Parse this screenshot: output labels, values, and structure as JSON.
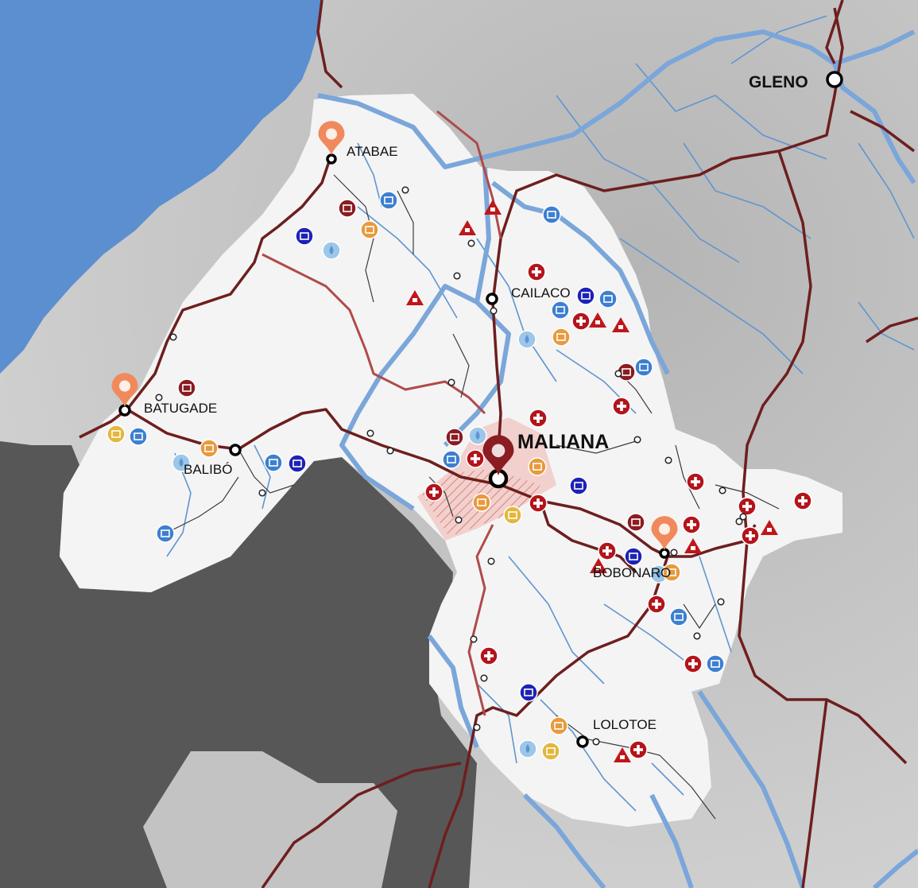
{
  "map": {
    "colors": {
      "sea": "#5b8fcf",
      "neighbor_territory": "#575757",
      "out_of_area": "#c9c9c9",
      "study_area": "#f4f4f4",
      "river": "#5f95d0",
      "river_major": "#7aa6da",
      "main_road": "#6e1e1e",
      "secondary_road": "#b04a4a",
      "local_road": "#3a3a3a",
      "health": "#b3141b",
      "school_blue": "#3d7fd0",
      "education_navy": "#1d22b6",
      "water": "#9cc7e8",
      "market_orange": "#e89a3c",
      "yellow_facility": "#e4b73c",
      "marker_orange": "#f08a5d",
      "marker_maroon": "#8a1c22",
      "hazard_triangle": "#c0161b"
    },
    "places": {
      "gleno": "GLENO",
      "atabae": "ATABAE",
      "cailaco": "CAILACO",
      "batugade": "BATUGADE",
      "balibo": "BALIBÓ",
      "maliana": "MALIANA",
      "bobonaro": "BOBONARO",
      "lolotoe": "LOLOTOE"
    },
    "icons": {
      "location_pin": "map-pin-icon",
      "health_facility": "plus-cross-icon",
      "school": "book-icon",
      "water_point": "water-drop-icon",
      "hazard": "warning-triangle-icon",
      "town_node": "circle-node-icon",
      "bridge": "bridge-icon"
    }
  }
}
